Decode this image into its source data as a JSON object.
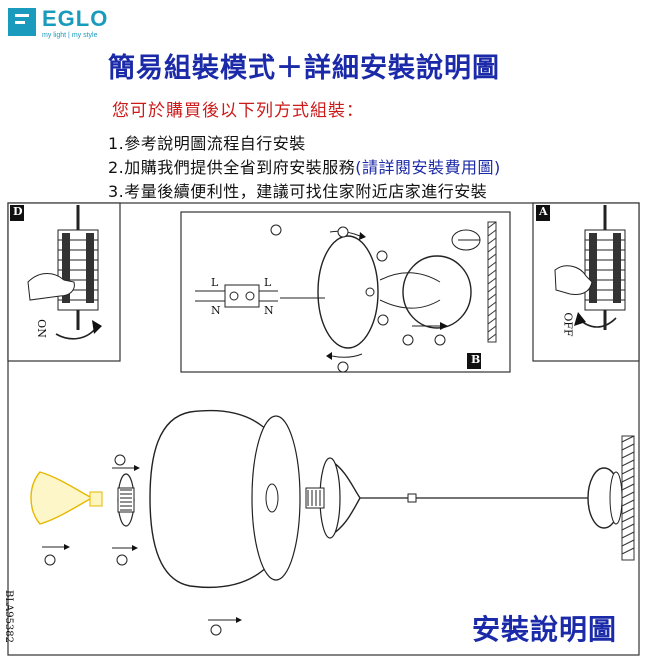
{
  "brand": {
    "name": "EGLO",
    "tagline": "my light | my style",
    "color": "#1a9bbd"
  },
  "title": "簡易組裝模式＋詳細安裝說明圖",
  "subtitle": "您可於購買後以下列方式組裝：",
  "steps": [
    {
      "text": "1.參考說明圖流程自行安裝"
    },
    {
      "text": "2.加購我們提供全省到府安裝服務",
      "link": "(請詳閱安裝費用圖)"
    },
    {
      "text": "3.考量後續便利性，建議可找住家附近店家進行安裝"
    }
  ],
  "diagram": {
    "panel_labels": {
      "d": "D",
      "a": "A",
      "b": "B"
    },
    "switch_on": "ON",
    "switch_off": "OFF",
    "wire_labels": {
      "l": "L",
      "n": "N"
    },
    "model_code": "BLA95382"
  },
  "footer_title": "安裝說明圖",
  "colors": {
    "title": "#1b2aa8",
    "subtitle": "#cc1a1a",
    "link": "#1b2aa8",
    "bulb": "#f3d64a"
  }
}
